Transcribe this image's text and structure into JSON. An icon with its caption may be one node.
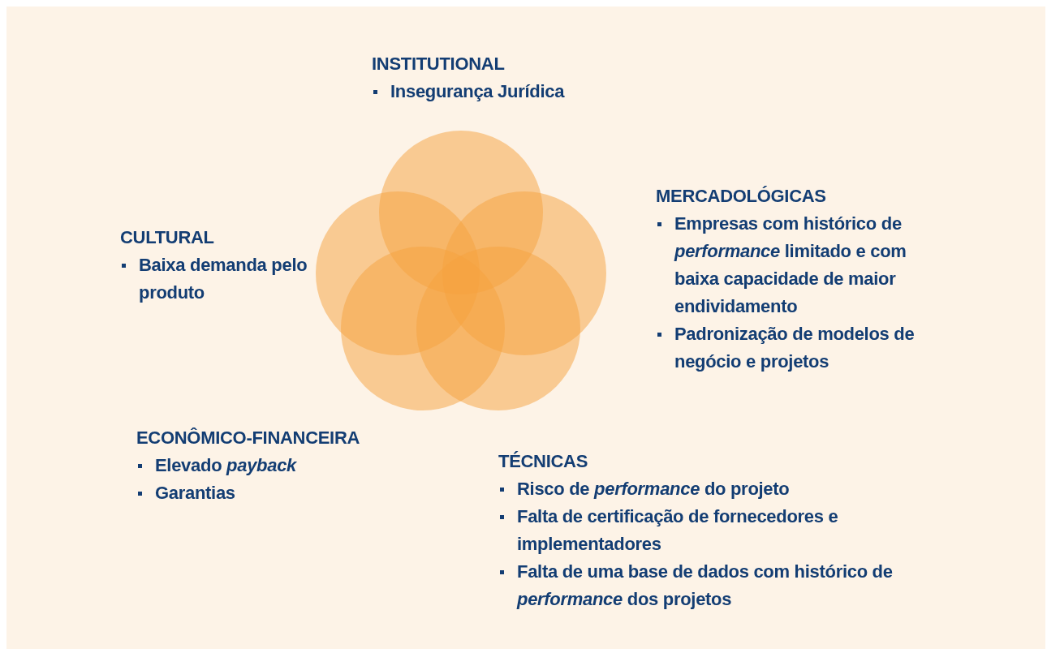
{
  "diagram": {
    "labels": [
      "INSTITUTIONAL",
      "Insegurança Jurídica",
      "MERCADOLÓGICAS",
      "Empresas com histórico de *performance* limitado e com baixa capacidade de maior endividamento",
      "Padronização de modelos de negócio e projetos",
      "CULTURAL",
      "Baixa demanda pelo produto",
      "ECONÔMICO-FINANCEIRA",
      "Elevado *payback*",
      "Garantias",
      "TÉCNICAS",
      "Risco de *performance* do projeto",
      "Falta de certificação de fornecedores e implementadores",
      "Falta de uma base de dados com histórico de *performance* dos projetos"
    ]
  }
}
